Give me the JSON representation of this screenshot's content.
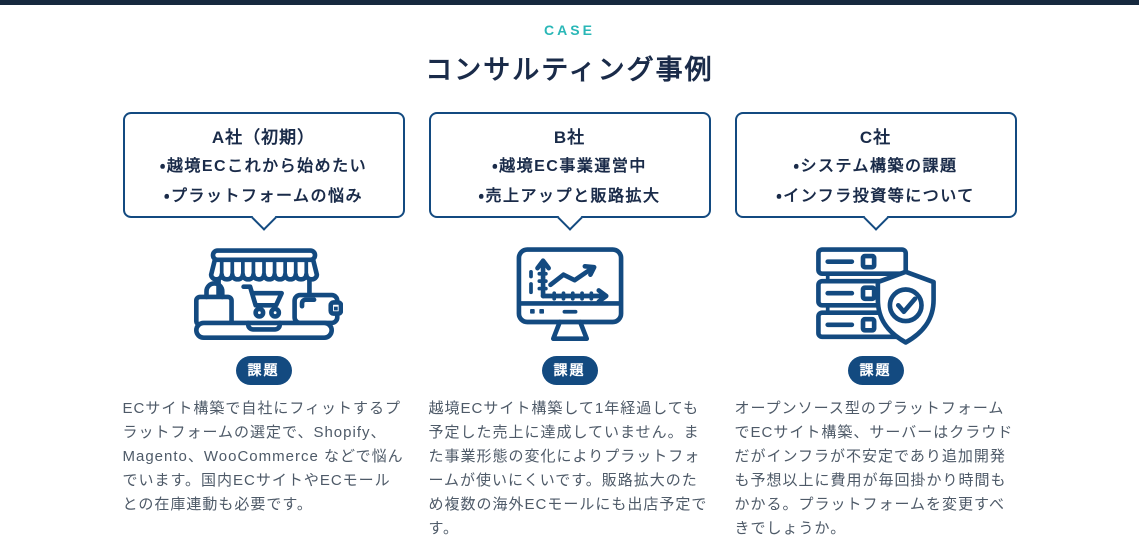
{
  "header": {
    "eyebrow": "CASE",
    "title": "コンサルティング事例"
  },
  "colors": {
    "accent_teal": "#2ab7b7",
    "heading_navy": "#1a2b49",
    "line_navy": "#134a80",
    "body_text": "#4e5a68",
    "top_strip": "#16293e",
    "background": "#ffffff"
  },
  "cards": [
    {
      "company": "A社（初期）",
      "bullets": [
        "・越境ECこれから始めたい",
        "・プラットフォームの悩み"
      ],
      "icon": "ec-store-icon",
      "badge": "課題",
      "description": "ECサイト構築で自社にフィットするプラットフォームの選定で、Shopify、Magento、WooCommerce などで悩んでいます。国内ECサイトやECモールとの在庫連動も必要です。"
    },
    {
      "company": "B社",
      "bullets": [
        "・越境EC事業運営中",
        "・売上アップと販路拡大"
      ],
      "icon": "analytics-monitor-icon",
      "badge": "課題",
      "description": "越境ECサイト構築して1年経過しても予定した売上に達成していません。また事業形態の変化によりプラットフォームが使いにくいです。販路拡大のため複数の海外ECモールにも出店予定です。"
    },
    {
      "company": "C社",
      "bullets": [
        "・システム構築の課題",
        "・インフラ投資等について"
      ],
      "icon": "server-shield-icon",
      "badge": "課題",
      "description": "オープンソース型のプラットフォームでECサイト構築、サーバーはクラウドだがインフラが不安定であり追加開発も予想以上に費用が毎回掛かり時間もかかる。プラットフォームを変更すべきでしょうか。"
    }
  ]
}
